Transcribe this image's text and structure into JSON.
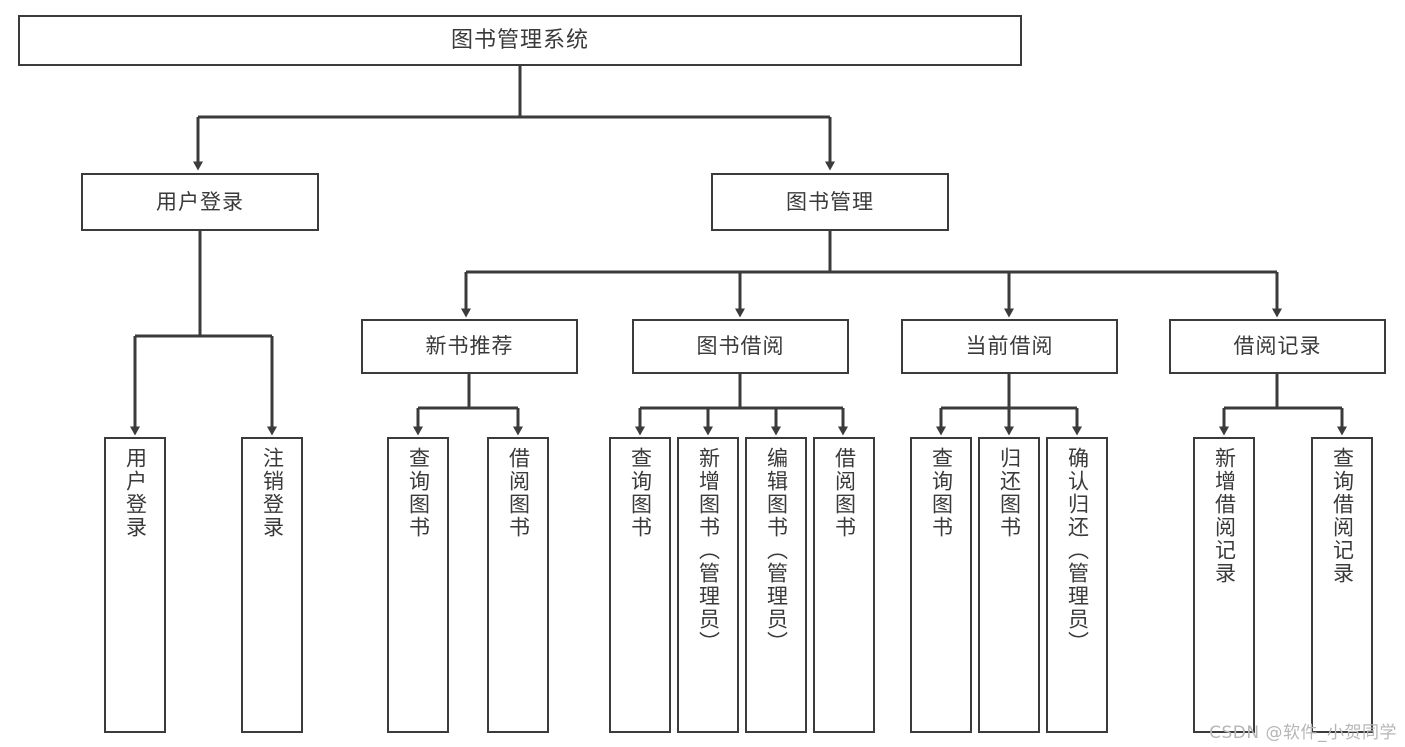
{
  "diagram": {
    "type": "tree-hierarchy-chart",
    "title": "图书管理系统",
    "colors": {
      "box_stroke": "#3b3b3b",
      "box_fill": "#ffffff",
      "connector": "#3b3b3b",
      "text": "#3a3a3a",
      "watermark": "#b6b6b6",
      "background": "#ffffff"
    },
    "root": {
      "label": "图书管理系统"
    },
    "level2": [
      {
        "label": "用户登录"
      },
      {
        "label": "图书管理"
      }
    ],
    "level3": [
      {
        "label": "新书推荐"
      },
      {
        "label": "图书借阅"
      },
      {
        "label": "当前借阅"
      },
      {
        "label": "借阅记录"
      }
    ],
    "leaves": {
      "user_login": [
        {
          "label": "用户登录"
        },
        {
          "label": "注销登录"
        }
      ],
      "new_book": [
        {
          "label": "查询图书"
        },
        {
          "label": "借阅图书"
        }
      ],
      "book_borrow": [
        {
          "label": "查询图书"
        },
        {
          "label": "新增图书（管理员）"
        },
        {
          "label": "编辑图书（管理员）"
        },
        {
          "label": "借阅图书"
        }
      ],
      "current_borrow": [
        {
          "label": "查询图书"
        },
        {
          "label": "归还图书"
        },
        {
          "label": "确认归还（管理员）"
        }
      ],
      "borrow_record": [
        {
          "label": "新增借阅记录"
        },
        {
          "label": "查询借阅记录"
        }
      ]
    },
    "watermark": "CSDN @软件_小贺同学"
  }
}
